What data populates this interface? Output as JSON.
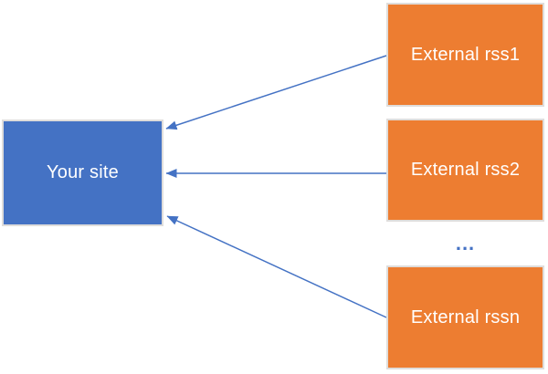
{
  "diagram": {
    "background": "#FFFFFF",
    "your_site": {
      "label": "Your site",
      "fill": "#4472C4",
      "text_color": "#FFFFFF"
    },
    "external_sources": [
      {
        "label": "External rss1"
      },
      {
        "label": "External rss2"
      },
      {
        "label": "External rssn"
      }
    ],
    "external_fill": "#ED7D31",
    "external_text_color": "#FFFFFF",
    "ellipsis": "...",
    "ellipsis_color": "#4472C4",
    "arrow_color": "#4472C4",
    "box_border_color": "#DFDDDB"
  }
}
